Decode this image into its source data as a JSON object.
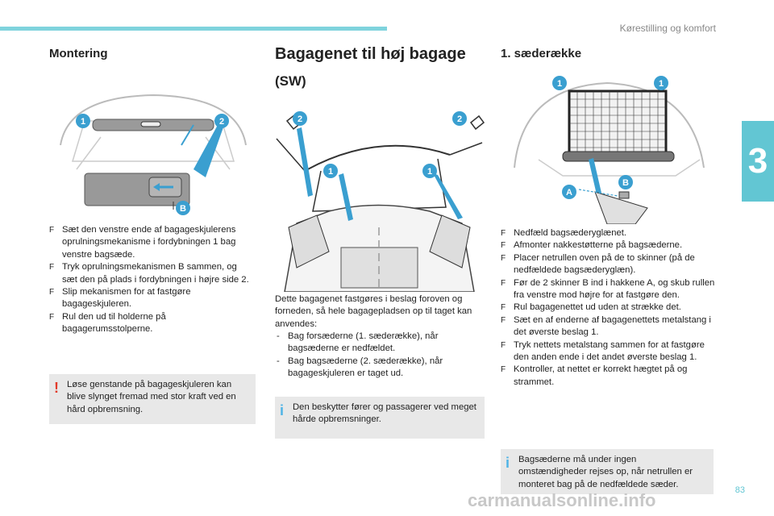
{
  "header": {
    "section": "Kørestilling og komfort",
    "chapter": "3",
    "page": "83"
  },
  "watermark": "carmanualsonline.info",
  "col1": {
    "title": "Montering",
    "bullets": [
      "Sæt den venstre ende af bagageskjulerens oprulningsmekanisme i fordybningen 1 bag venstre bagsæde.",
      "Tryk oprulningsmekanismen B sammen, og sæt den på plads i fordybningen i højre side 2.",
      "Slip mekanismen for at fastgøre bagageskjuleren.",
      "Rul den ud til holderne på bagagerumsstolperne."
    ],
    "warning": "Løse genstande på bagageskjuleren kan blive slynget fremad med stor kraft ved en hård opbremsning.",
    "fig_labels": {
      "one": "1",
      "two": "2",
      "b": "B"
    }
  },
  "col2": {
    "title": "Bagagenet til høj bagage",
    "subtitle": "(SW)",
    "intro": "Dette bagagenet fastgøres i beslag foroven og forneden, så hele bagagepladsen op til taget kan anvendes:",
    "dashes": [
      "Bag forsæderne (1. sæderække), når bagsæderne er nedfældet.",
      "Bag bagsæderne (2. sæderække), når bagageskjuleren er taget ud."
    ],
    "info": "Den beskytter fører og passagerer ved meget hårde opbremsninger.",
    "fig_labels": {
      "one": "1",
      "two": "2"
    }
  },
  "col3": {
    "title": "1. sæderække",
    "bullets": [
      "Nedfæld bagsæderyglænet.",
      "Afmonter nakkestøtterne på bagsæderne.",
      "Placer netrullen oven på de to skinner (på de nedfældede bagsæderyglæn).",
      "Før de 2 skinner B ind i hakkene A, og skub rullen fra venstre mod højre for at fastgøre den.",
      "Rul bagagenettet ud uden at strække det.",
      "Sæt en af enderne af bagagenettets metalstang i det øverste beslag 1.",
      "Tryk nettets metalstang sammen for at fastgøre den anden ende i det andet øverste beslag 1.",
      "Kontroller, at nettet er korrekt hægtet på og strammet."
    ],
    "info": "Bagsæderne må under ingen omstændigheder rejses op, når netrullen er monteret bag på de nedfældede sæder.",
    "fig_labels": {
      "one": "1",
      "a": "A",
      "b": "B"
    }
  },
  "colors": {
    "accent": "#62c6d3",
    "badge": "#3a9fd0",
    "warn": "#e23b2b",
    "info": "#4fb4e6",
    "note_bg": "#e8e8e8"
  }
}
